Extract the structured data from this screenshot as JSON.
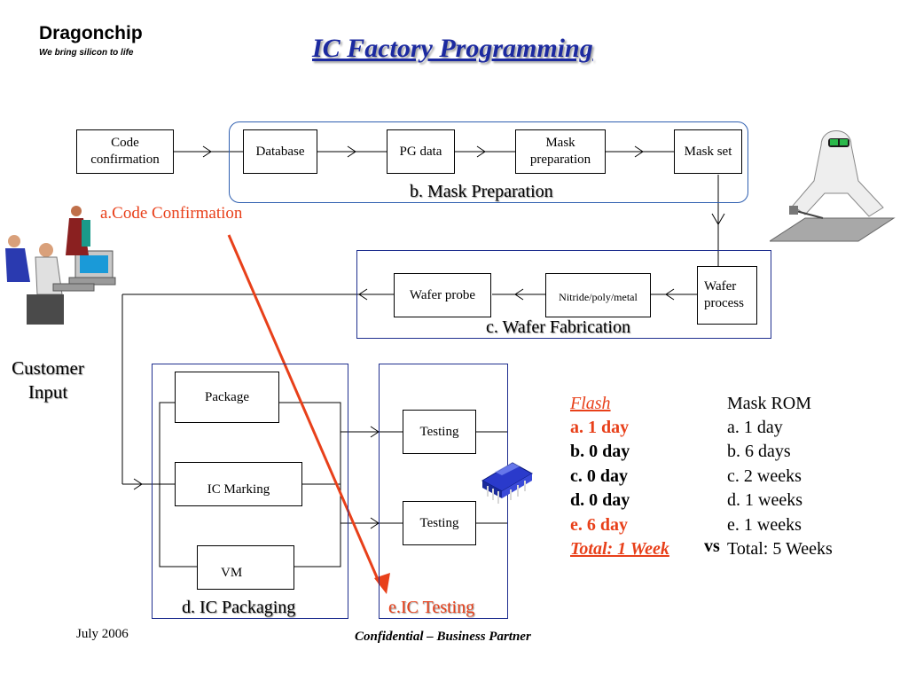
{
  "header": {
    "brand": "Dragonchip",
    "tagline": "We bring silicon to life",
    "title": "IC Factory Programming"
  },
  "flow": {
    "code_confirmation": "Code\nconfirmation",
    "database": "Database",
    "pg_data": "PG  data",
    "mask_preparation": "Mask\npreparation",
    "mask_set": "Mask set",
    "wafer_process": "Wafer\nprocess",
    "nitride": "Nitride/poly/metal",
    "wafer_probe": "Wafer probe",
    "package": "Package",
    "ic_marking": "IC Marking",
    "vm": "VM",
    "testing_1": "Testing",
    "testing_2": "Testing"
  },
  "groups": {
    "mask_prep": "b. Mask Preparation",
    "wafer_fab": "c. Wafer Fabrication",
    "ic_packaging": "d. IC Packaging",
    "ic_testing": "e.IC Testing",
    "code_conf": "a.Code Confirmation"
  },
  "customer_input": "Customer\nInput",
  "comparison": {
    "flash_header": "Flash",
    "flash_items": [
      "a. 1 day",
      "b. 0 day",
      "c. 0 day",
      "d. 0 day",
      "e. 6 day"
    ],
    "flash_total": "Total: 1 Week",
    "vs": "vs",
    "rom_header": "Mask ROM",
    "rom_items": [
      "a. 1 day",
      "b. 6 days",
      "c. 2 weeks",
      "d. 1 weeks",
      "e. 1 weeks"
    ],
    "rom_total": "Total: 5 Weeks"
  },
  "footer": {
    "date": "July 2006",
    "confidential": "Confidential – Business Partner"
  },
  "colors": {
    "accent_red": "#e8401a",
    "title_blue": "#1c2aa0",
    "group_border": "#1f2f8f",
    "mask_group_border": "#2f5fb0"
  }
}
